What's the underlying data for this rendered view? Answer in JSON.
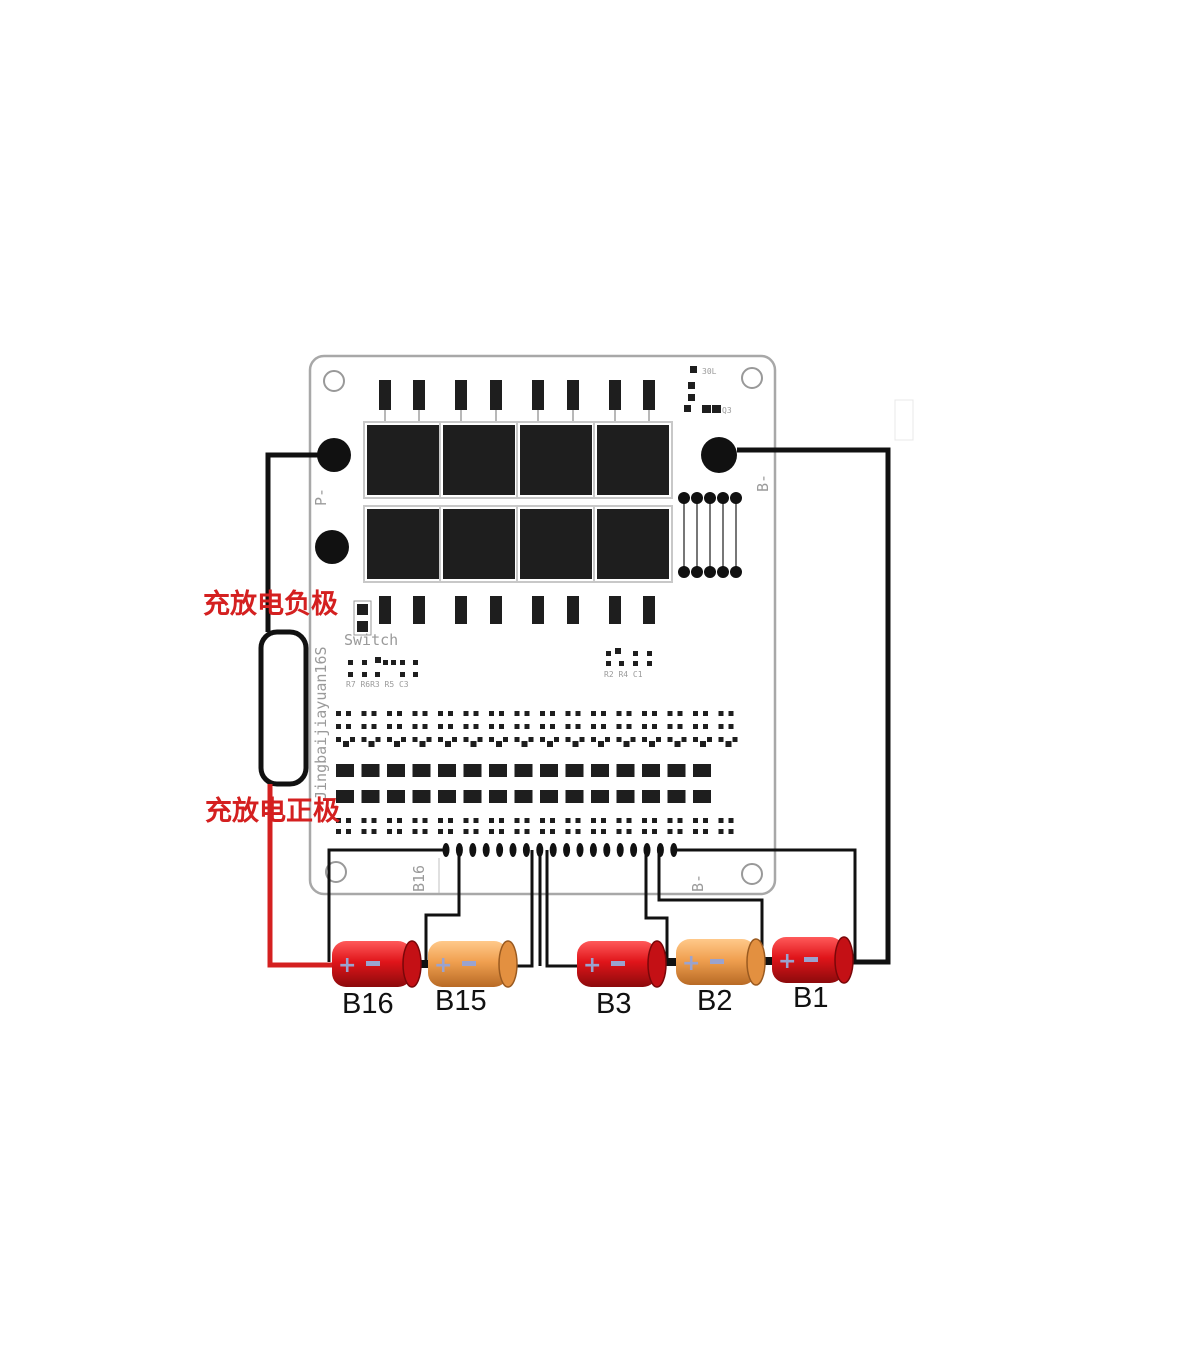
{
  "labels": {
    "discharge_negative": "充放电负极",
    "discharge_positive": "充放电正极"
  },
  "pcb": {
    "p_minus": "P-",
    "b_minus": "B-",
    "switch": "Switch",
    "b16_mark": "B16",
    "b_minus_bottom": "B-",
    "vertical_marking": "Jingbaijiayuan16S",
    "small_left": "R7 R6R3  R5 C3",
    "small_right": "R2   R4 C1",
    "top_right_1": "30L",
    "top_right_2": "Q3"
  },
  "cells": [
    {
      "label": "B16",
      "color": "#e0151a"
    },
    {
      "label": "B15",
      "color": "#f0a050"
    },
    {
      "label": "B3",
      "color": "#e0151a"
    },
    {
      "label": "B2",
      "color": "#f0a050"
    },
    {
      "label": "B1",
      "color": "#e0151a"
    }
  ],
  "colors": {
    "red_wire": "#d42020",
    "black_wire": "#111111",
    "board_outline": "#a8a8a8",
    "component": "#1e1e1e"
  }
}
